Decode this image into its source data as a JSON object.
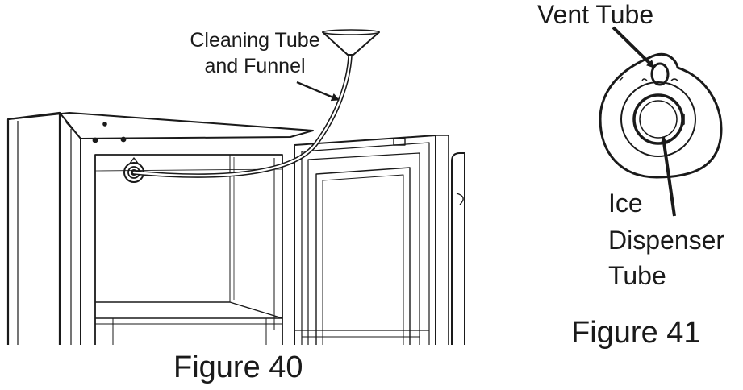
{
  "figure40": {
    "caption": "Figure 40",
    "callout": {
      "line1": "Cleaning Tube",
      "line2": "and Funnel"
    }
  },
  "figure41": {
    "caption": "Figure 41",
    "vent_label": "Vent Tube",
    "ice_label": {
      "line1": "Ice",
      "line2": "Dispenser",
      "line3": "Tube"
    }
  }
}
